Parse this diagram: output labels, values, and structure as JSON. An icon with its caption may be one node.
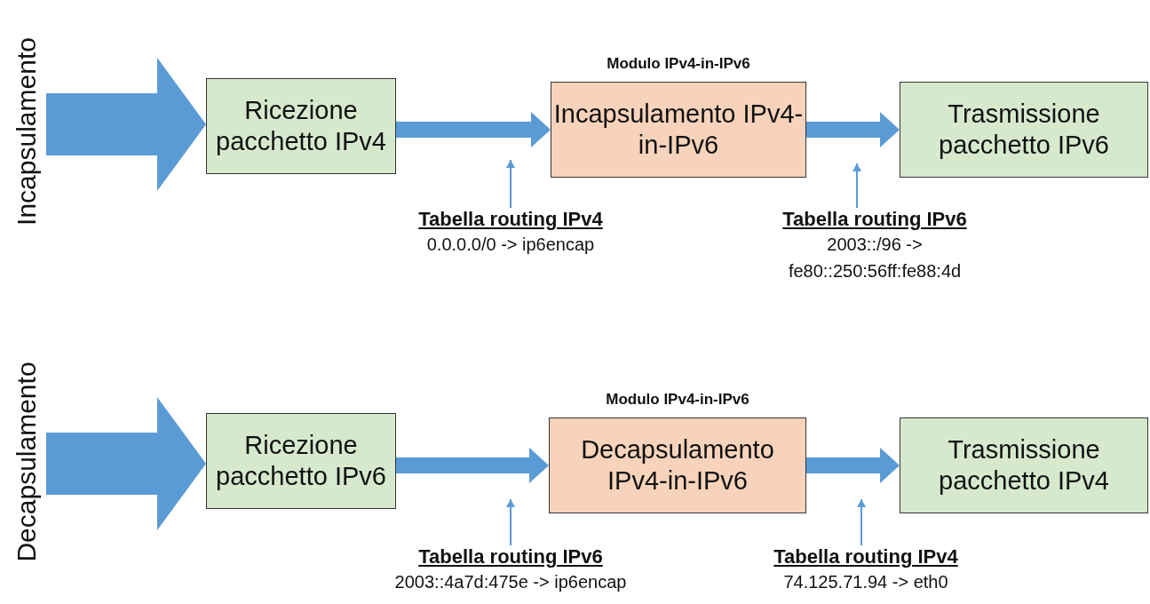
{
  "diagram": {
    "nodes": [
      {
        "text": [
          "Incapsulamento"
        ]
      },
      {
        "text": [
          "Ricezione pacchetto IPv4"
        ]
      },
      {
        "text": [
          "Modulo IPv4-in-IPv6",
          "Incapsulamento IPv4-in-IPv6"
        ]
      },
      {
        "text": [
          "Trasmissione pacchetto IPv6"
        ]
      },
      {
        "text": [
          "Tabella routing IPv4",
          "0.0.0.0/0 -> ip6encap"
        ]
      },
      {
        "text": [
          "Tabella routing IPv6",
          "2003::/96 -> fe80::250:56ff:fe88:4d"
        ]
      },
      {
        "text": [
          "Decapsulamento"
        ]
      },
      {
        "text": [
          "Ricezione pacchetto IPv6"
        ]
      },
      {
        "text": [
          "Modulo IPv4-in-IPv6",
          "Decapsulamento IPv4-in-IPv6"
        ]
      },
      {
        "text": [
          "Trasmissione pacchetto IPv4"
        ]
      },
      {
        "text": [
          "Tabella routing IPv6",
          "2003::4a7d:475e -> ip6encap"
        ]
      },
      {
        "text": [
          "Tabella routing IPv4",
          "74.125.71.94 -> eth0"
        ]
      }
    ],
    "edges": [
      {
        "from": 0,
        "to": 1,
        "arrow": "to",
        "style": "thick"
      },
      {
        "from": 1,
        "to": 2,
        "arrow": "to"
      },
      {
        "from": 2,
        "to": 3,
        "arrow": "to"
      },
      {
        "from": 4,
        "to": null,
        "arrow": "to"
      },
      {
        "from": 5,
        "to": null,
        "arrow": "to"
      },
      {
        "from": 6,
        "to": 7,
        "arrow": "to",
        "style": "thick"
      },
      {
        "from": 7,
        "to": 8,
        "arrow": "to"
      },
      {
        "from": 8,
        "to": 9,
        "arrow": "to"
      },
      {
        "from": 10,
        "to": null,
        "arrow": "to"
      },
      {
        "from": 11,
        "to": null,
        "arrow": "to"
      }
    ]
  }
}
